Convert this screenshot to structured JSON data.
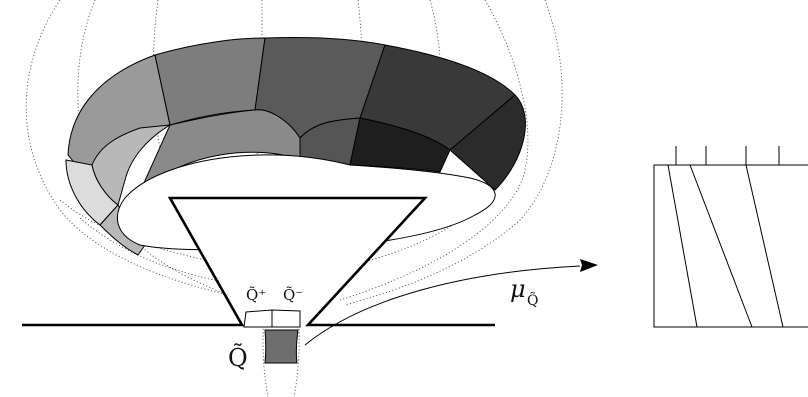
{
  "labels": {
    "q_tilde": "Q̃",
    "q_plus": "Q̃⁺",
    "q_minus": "Q̃⁻",
    "mu": "μ",
    "mu_subscript": "Q̃"
  },
  "colors": {
    "band_shades_light_to_dark": [
      "#9a9a9a",
      "#7d7d7d",
      "#5a5a5a",
      "#393939",
      "#2b2b2b"
    ],
    "inner_band_shades": [
      "#dcdcdc",
      "#b8b8b8",
      "#8a8a8a",
      "#555555",
      "#1e1e1e"
    ],
    "small_square": "#6e6e6e",
    "line": "#000000"
  }
}
